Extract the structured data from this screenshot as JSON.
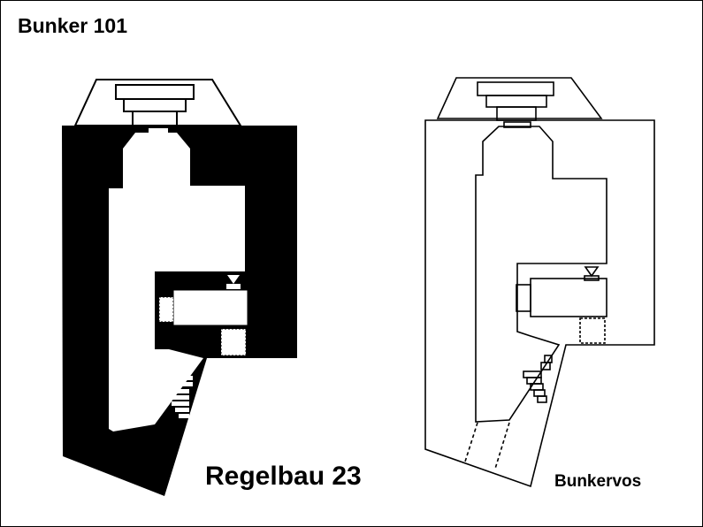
{
  "title": "Bunker 101",
  "subtitle": "Regelbau 23",
  "credit": "Bunkervos",
  "colors": {
    "ink": "#000000",
    "paper": "#ffffff"
  },
  "plans": [
    {
      "id": "solid-plan",
      "style": "filled"
    },
    {
      "id": "outline-plan",
      "style": "outline"
    }
  ]
}
